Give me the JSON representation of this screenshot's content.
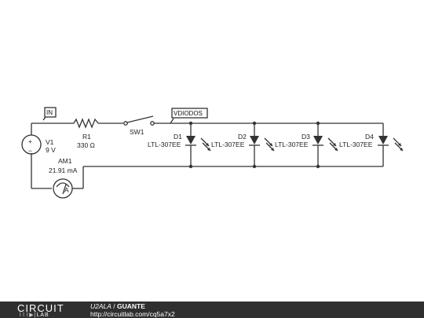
{
  "schematic": {
    "v1": {
      "name": "V1",
      "value": "9 V",
      "plus": "+",
      "minus": "−"
    },
    "r1": {
      "name": "R1",
      "value": "330 Ω"
    },
    "sw1": {
      "name": "SW1"
    },
    "am1": {
      "name": "AM1",
      "value": "21.91 mA",
      "symbol": "A"
    },
    "tags": {
      "in": "IN",
      "vdiodos": "VDIODOS"
    },
    "diodes": [
      {
        "name": "D1",
        "part": "LTL-307EE"
      },
      {
        "name": "D2",
        "part": "LTL-307EE"
      },
      {
        "name": "D3",
        "part": "LTL-307EE"
      },
      {
        "name": "D4",
        "part": "LTL-307EE"
      }
    ]
  },
  "footer": {
    "logo_top": "CIRCUIT",
    "logo_bottom": "LAB",
    "user": "U2ALA",
    "separator": " / ",
    "circuit_name": "GUANTE",
    "url": "http://circuitlab.com/cq5a7x2"
  },
  "colors": {
    "wire": "#333333",
    "footer_bg": "#2f2f2f"
  }
}
